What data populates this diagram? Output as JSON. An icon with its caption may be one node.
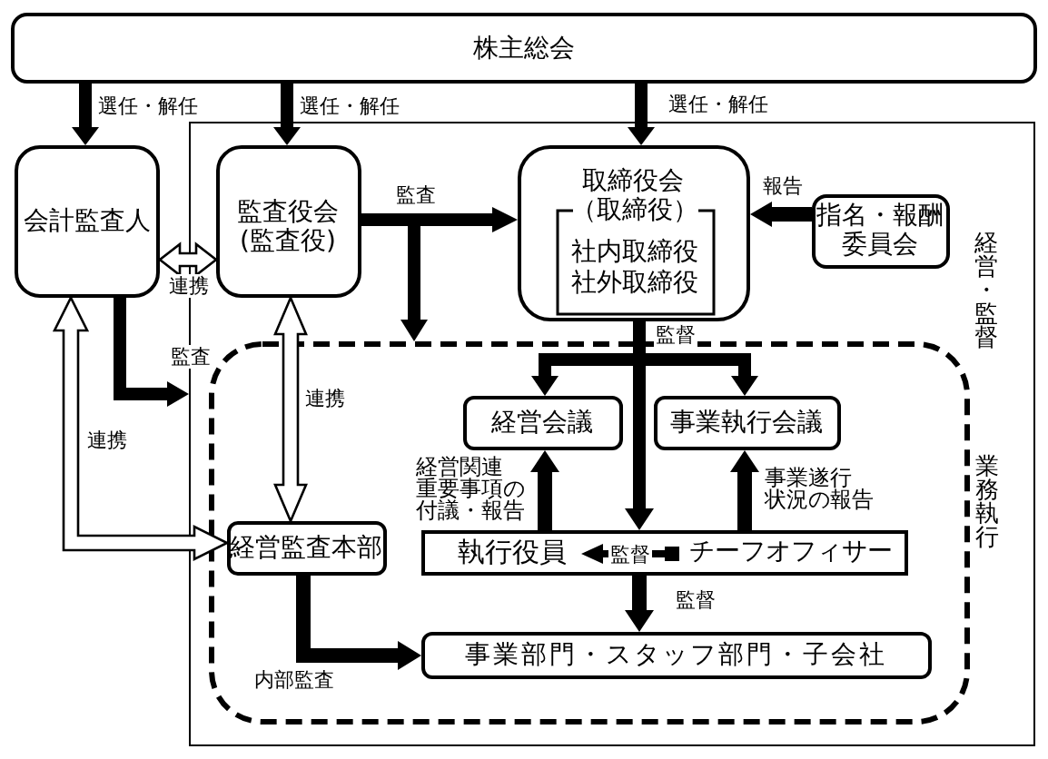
{
  "diagram": {
    "nodes": [
      {
        "text": [
          "株主総会"
        ]
      },
      {
        "text": [
          "会計監査人"
        ]
      },
      {
        "text": [
          "経営・監督"
        ]
      },
      {
        "text": [
          "監査役会",
          "(監査役)"
        ],
        "in": 2
      },
      {
        "text": [
          "取締役会"
        ],
        "in": 2
      },
      {
        "text": [
          "（取締役）",
          "社内取締役",
          "社外取締役"
        ],
        "in": 4
      },
      {
        "text": [
          "指名・報酬委員会"
        ],
        "in": 2
      },
      {
        "text": [
          "業務執行"
        ],
        "in": 2
      },
      {
        "text": [
          "経営会議"
        ],
        "in": 7
      },
      {
        "text": [
          "事業執行会議"
        ],
        "in": 7
      },
      {
        "text": [
          "経営監査本部"
        ],
        "in": 7
      },
      {
        "text": [],
        "shape": "box",
        "in": 7
      },
      {
        "text": [
          "執行役員"
        ],
        "in": 11
      },
      {
        "text": [
          "チーフオフィサー"
        ],
        "in": 11
      },
      {
        "text": [
          "事業部門・スタッフ部門・子会社"
        ],
        "in": 7
      }
    ],
    "edges": [
      {
        "from": 0,
        "to": 1,
        "arrow": "to",
        "label": "選任・解任"
      },
      {
        "from": 0,
        "to": 3,
        "arrow": "to",
        "label": "選任・解任"
      },
      {
        "from": 0,
        "to": 4,
        "arrow": "to",
        "label": "選任・解任"
      },
      {
        "from": 1,
        "to": 3,
        "arrow": "both",
        "label": "連携",
        "color": "#ffffff"
      },
      {
        "from": 3,
        "to": 4,
        "arrow": "to",
        "label": "監査"
      },
      {
        "from": 3,
        "to": 7,
        "arrow": "to"
      },
      {
        "from": 1,
        "to": 2,
        "arrow": "to",
        "label": "監査"
      },
      {
        "from": 6,
        "to": 4,
        "arrow": "to",
        "label": "報告"
      },
      {
        "from": 3,
        "to": 10,
        "arrow": "both",
        "label": "連携",
        "color": "#ffffff"
      },
      {
        "from": 1,
        "to": 10,
        "arrow": "both",
        "label": "連携",
        "color": "#ffffff"
      },
      {
        "from": 4,
        "to": 8,
        "arrow": "to"
      },
      {
        "from": 4,
        "to": 9,
        "arrow": "to",
        "label": "監督"
      },
      {
        "from": 4,
        "to": 11,
        "arrow": "to"
      },
      {
        "from": 12,
        "to": 8,
        "arrow": "to",
        "label": "経営関連重要事項の付議・報告"
      },
      {
        "from": 13,
        "to": 9,
        "arrow": "to",
        "label": "事業遂行状況の報告"
      },
      {
        "from": 13,
        "to": 12,
        "arrow": "to",
        "label": "監督"
      },
      {
        "from": 11,
        "to": 14,
        "arrow": "to",
        "label": "監督"
      },
      {
        "from": 10,
        "to": 14,
        "arrow": "to",
        "label": "内部監査"
      }
    ]
  }
}
